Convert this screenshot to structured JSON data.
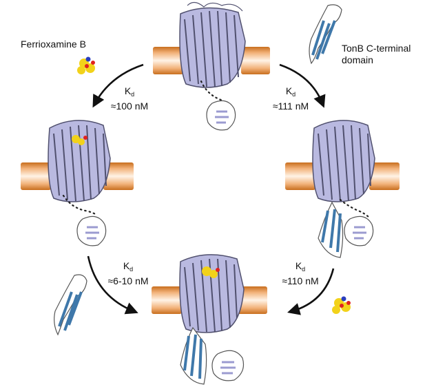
{
  "labels": {
    "ferrioxamine": "Ferrioxamine B",
    "tonb_line1": "TonB C-terminal",
    "tonb_line2": "domain"
  },
  "affinities": {
    "symbol": "K",
    "subscript": "d",
    "top_left": "≈100 nM",
    "top_right": "≈111 nM",
    "bottom_left": "≈6-10 nM",
    "bottom_right": "≈110 nM"
  },
  "colors": {
    "barrel": "#b9b9e0",
    "barrel_stroke": "#50506e",
    "tonb": "#3f78aa",
    "membrane_light": "#fde6cf",
    "membrane_dark": "#d27a28",
    "ligand_yellow": "#f2d21a",
    "ligand_red": "#e0221f",
    "ligand_blue": "#2a3fbf",
    "arrow": "#111111"
  }
}
